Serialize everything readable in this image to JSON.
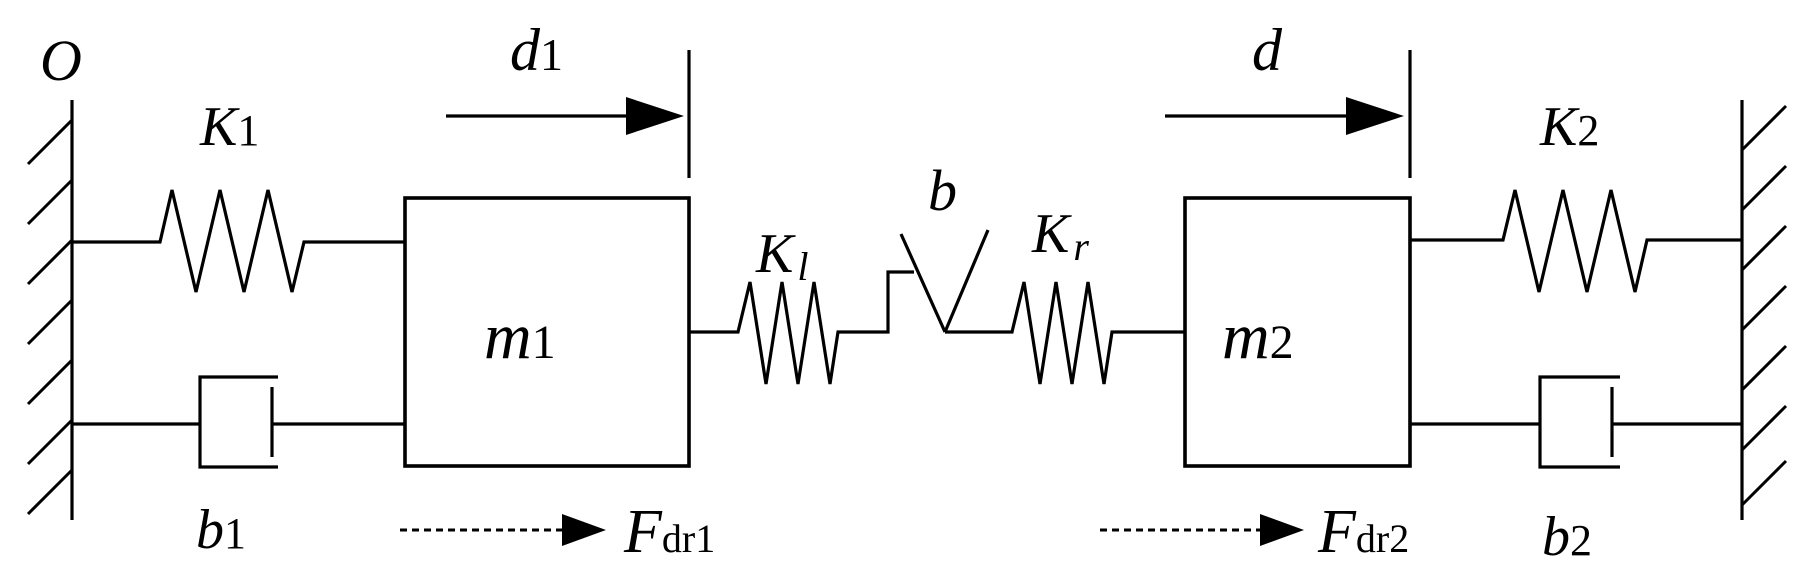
{
  "labels": {
    "origin": "O",
    "k1_main": "K",
    "k1_sub": "1",
    "k2_main": "K",
    "k2_sub": "2",
    "kl_main": "K",
    "kl_sub": "l",
    "kr_main": "K",
    "kr_sub": "r",
    "b": "b",
    "b1_main": "b",
    "b1_sub": "1",
    "b2_main": "b",
    "b2_sub": "2",
    "m1_main": "m",
    "m1_sub": "1",
    "m2_main": "m",
    "m2_sub": "2",
    "d1_main": "d",
    "d1_sub": "1",
    "d": "d",
    "fdr1_main": "F",
    "fdr1_sub": "dr1",
    "fdr2_main": "F",
    "fdr2_sub": "dr2"
  }
}
